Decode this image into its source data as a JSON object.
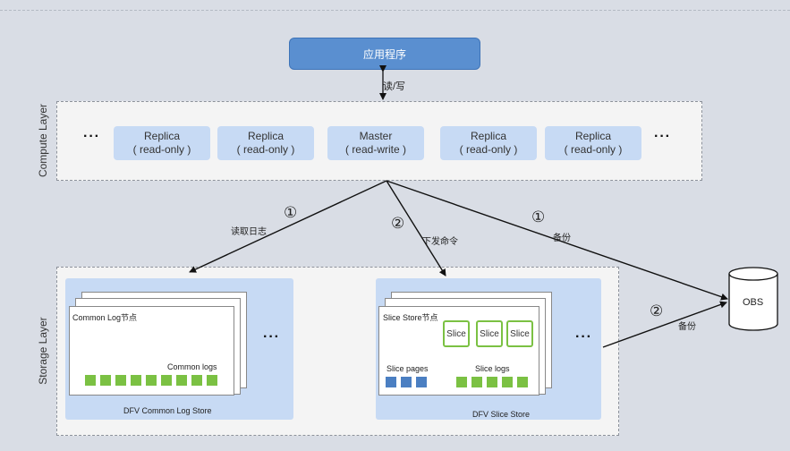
{
  "app": {
    "label": "应用程序",
    "rw_label": "读/写"
  },
  "compute_layer": {
    "title": "Compute Layer",
    "ellipsis": "···",
    "nodes": [
      {
        "line1": "Replica",
        "line2": "( read-only )"
      },
      {
        "line1": "Replica",
        "line2": "( read-only )"
      },
      {
        "line1": "Master",
        "line2": "( read-write )"
      },
      {
        "line1": "Replica",
        "line2": "( read-only )"
      },
      {
        "line1": "Replica",
        "line2": "( read-only )"
      }
    ]
  },
  "flows": {
    "read_log": {
      "num": "①",
      "label": "读取日志"
    },
    "send_cmd": {
      "num": "②",
      "label": "下发命令"
    },
    "backup1": {
      "num": "①",
      "label": "备份"
    },
    "backup2": {
      "num": "②",
      "label": "备份"
    }
  },
  "storage_layer": {
    "title": "Storage Layer",
    "ellipsis": "···",
    "common_store": {
      "node_label": "Common Log节点",
      "logs_label": "Common logs",
      "footer": "DFV Common Log Store"
    },
    "slice_store": {
      "node_label": "Slice Store节点",
      "slice_label": "Slice",
      "pages_label": "Slice pages",
      "logs_label": "Slice logs",
      "footer": "DFV Slice Store"
    }
  },
  "obs": {
    "label": "OBS"
  },
  "colors": {
    "accent": "#5a8fd0",
    "node_fill": "#c7daf4",
    "green": "#7bc143",
    "blue": "#4b7fc2"
  }
}
